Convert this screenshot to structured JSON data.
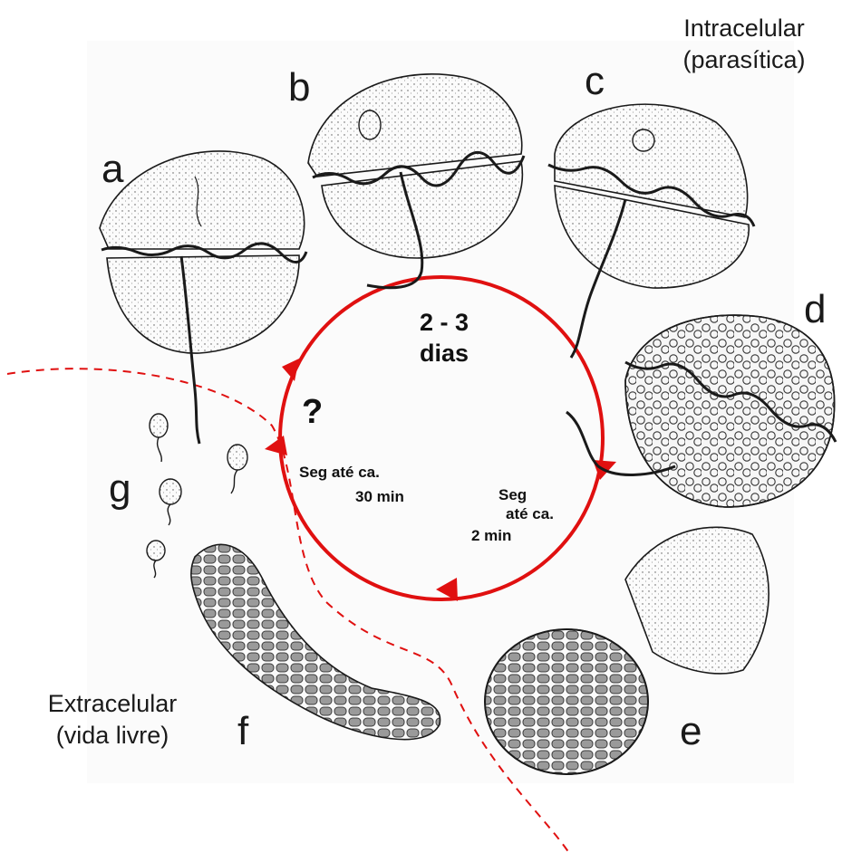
{
  "colors": {
    "cycle": "#e01010",
    "ink": "#1a1a1a",
    "cell_fill": "#f2f2f2"
  },
  "regions": {
    "intracellular": [
      "Intracelular",
      "(parasítica)"
    ],
    "extracellular": [
      "Extracelular",
      "(vida livre)"
    ]
  },
  "stage_labels": {
    "a": "a",
    "b": "b",
    "c": "c",
    "d": "d",
    "e": "e",
    "f": "f",
    "g": "g"
  },
  "cycle": {
    "duration": [
      "2 - 3",
      "dias"
    ],
    "question": "?",
    "left_time": [
      "Seg até ca.",
      "30 min"
    ],
    "right_time": [
      "Seg",
      "até ca.",
      "2 min"
    ]
  }
}
